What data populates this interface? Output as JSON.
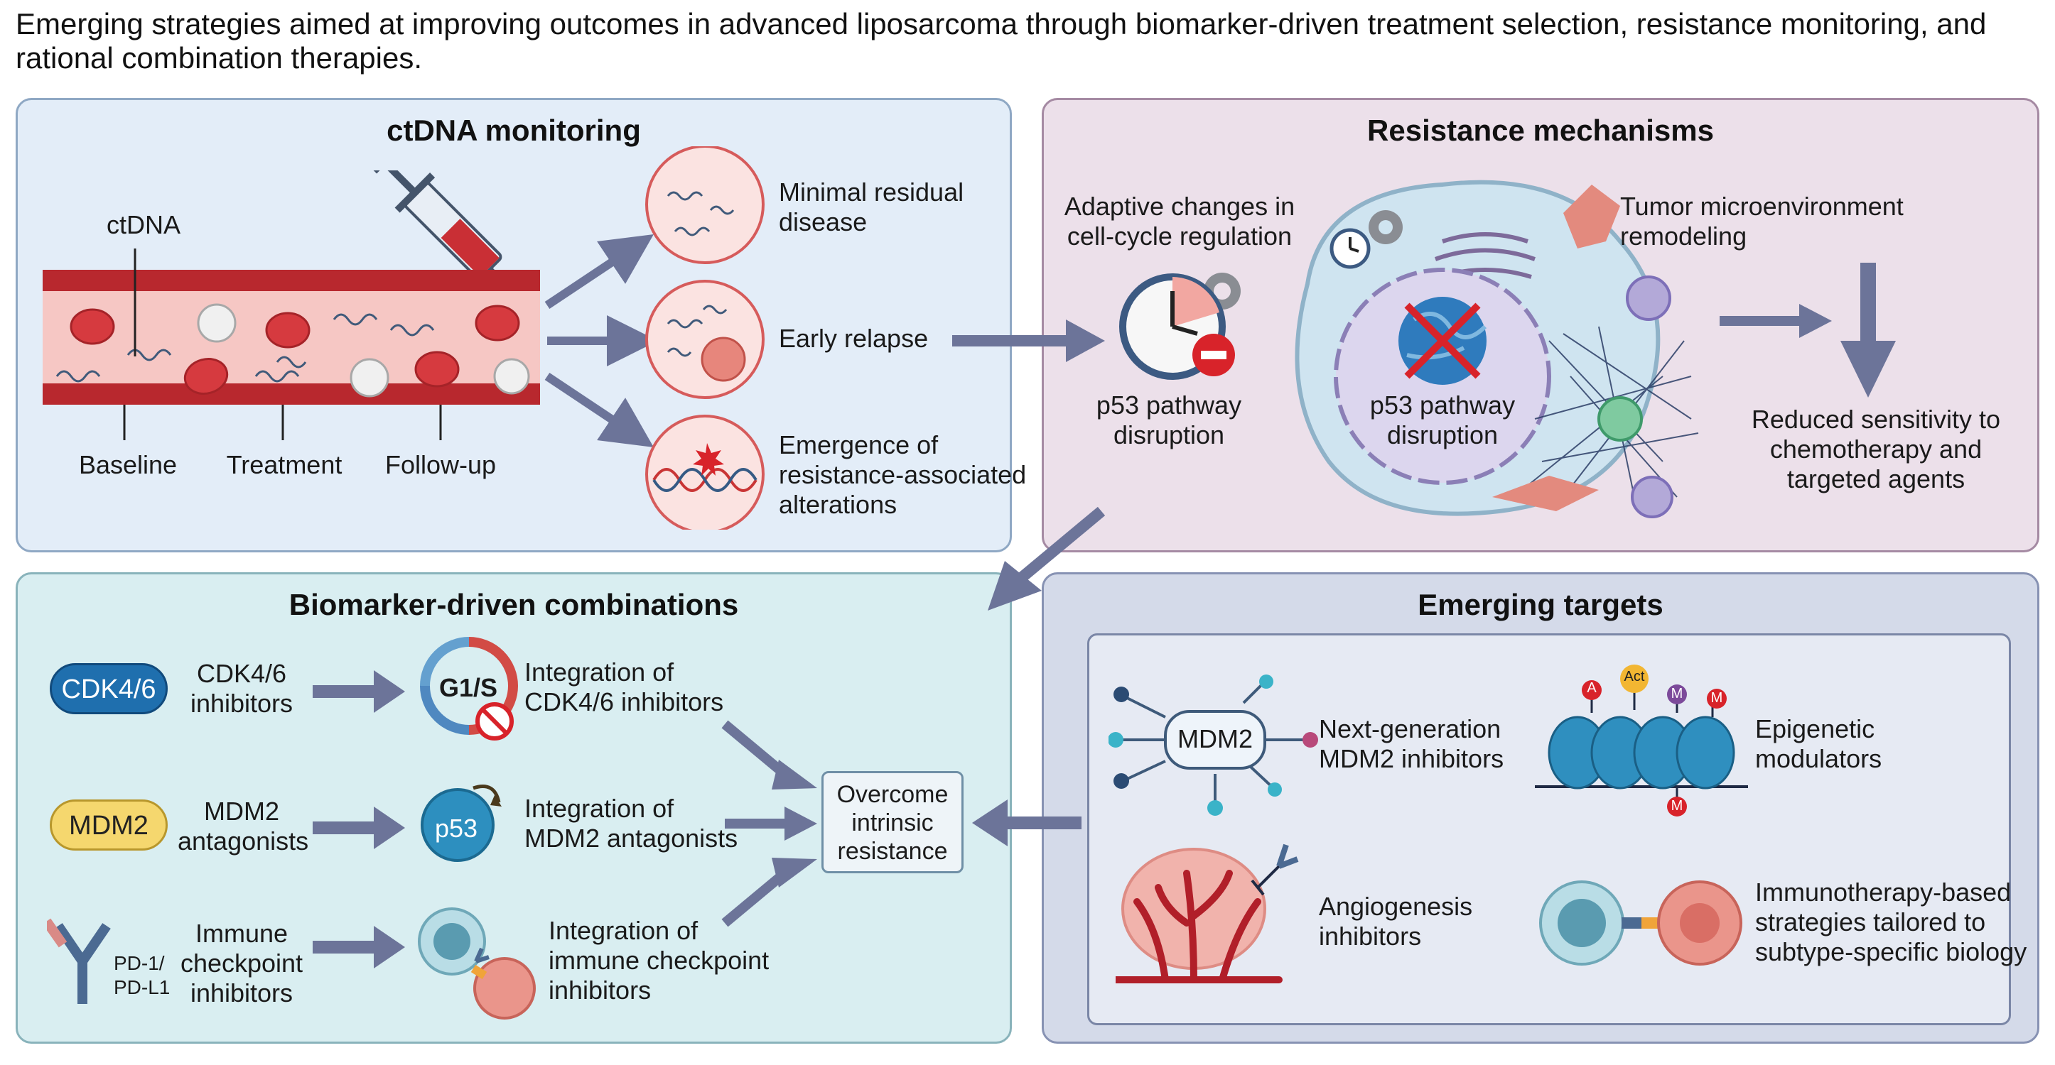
{
  "figure": {
    "title": "Emerging strategies aimed at improving outcomes in advanced liposarcoma through biomarker-driven treatment selection, resistance monitoring, and rational combination therapies."
  },
  "ctdna": {
    "title": "ctDNA monitoring",
    "ctdna_label": "ctDNA",
    "timepoints": [
      "Baseline",
      "Treatment",
      "Follow-up"
    ],
    "outcomes": [
      "Minimal residual\ndisease",
      "Early relapse",
      "Emergence of\nresistance-associated\nalterations"
    ]
  },
  "resistance": {
    "title": "Resistance mechanisms",
    "adaptive": "Adaptive changes in\ncell-cycle regulation",
    "p53_left": "p53 pathway\ndisruption",
    "p53_center": "p53 pathway\ndisruption",
    "tme": "Tumor microenvironment\nremodeling",
    "reduced": "Reduced sensitivity to\nchemotherapy and\ntargeted agents"
  },
  "biomarker": {
    "title": "Biomarker-driven combinations",
    "rows": [
      {
        "pill": "CDK4/6",
        "agent": "CDK4/6\ninhibitors",
        "icon_label": "G1/S",
        "integration": "Integration of\nCDK4/6 inhibitors"
      },
      {
        "pill": "MDM2",
        "agent": "MDM2\nantagonists",
        "icon_label": "p53",
        "integration": "Integration of\nMDM2 antagonists"
      },
      {
        "pill": "PD-1/\nPD-L1",
        "agent": "Immune\ncheckpoint\ninhibitors",
        "icon_label": "",
        "integration": "Integration of\nimmune checkpoint\ninhibitors"
      }
    ],
    "overcome": "Overcome\nintrinsic\nresistance"
  },
  "emerging": {
    "title": "Emerging targets",
    "mdm2_node": "MDM2",
    "items": [
      "Next-generation\nMDM2 inhibitors",
      "Epigenetic\nmodulators",
      "Angiogenesis\ninhibitors",
      "Immunotherapy-based\nstrategies tailored to\nsubtype-specific biology"
    ],
    "marks": [
      "A",
      "Act",
      "M",
      "M",
      "M"
    ]
  },
  "colors": {
    "ctdna_bg": "#e3edf8",
    "resistance_bg": "#ece0ea",
    "biomarker_bg": "#d9eef1",
    "emerging_bg": "#d4dae9",
    "arrow": "#6c7499",
    "blood": "#c92f35",
    "cdk_pill": "#1f6fae",
    "mdm2_pill": "#f5d76e"
  }
}
